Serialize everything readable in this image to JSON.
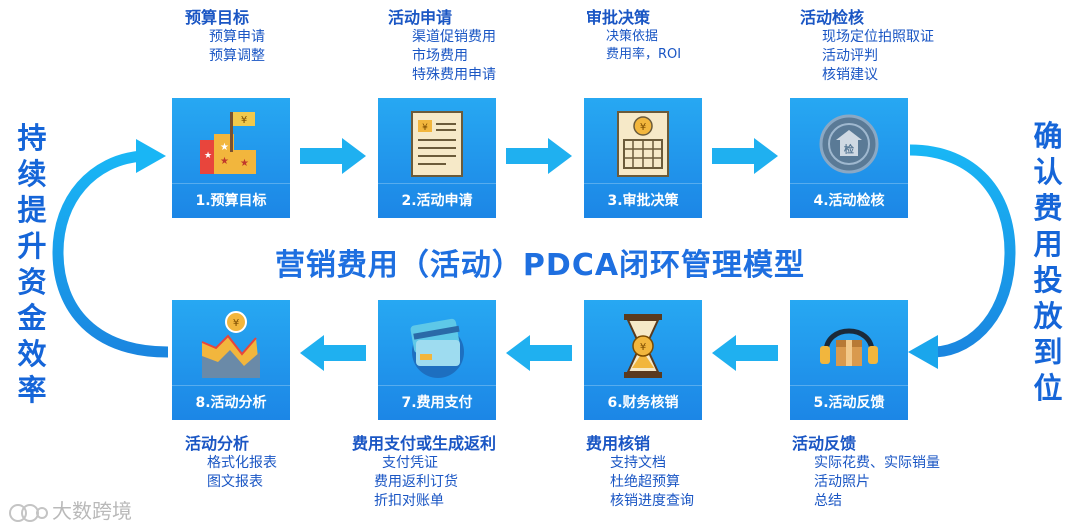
{
  "title": "营销费用（活动）PDCA闭环管理模型",
  "side_left": "持续提升资金效率",
  "side_right": "确认费用投放到位",
  "watermark": "大数跨境",
  "steps": [
    {
      "card": "1.预算目标",
      "heading": "预算目标",
      "lines": [
        "预算申请",
        "预算调整"
      ]
    },
    {
      "card": "2.活动申请",
      "heading": "活动申请",
      "lines": [
        "渠道促销费用",
        "市场费用",
        "特殊费用申请"
      ]
    },
    {
      "card": "3.审批决策",
      "heading": "审批决策",
      "lines": [
        "决策依据",
        "费用率，ROI"
      ]
    },
    {
      "card": "4.活动检核",
      "heading": "活动检核",
      "lines": [
        "现场定位拍照取证",
        "活动评判",
        "核销建议"
      ]
    },
    {
      "card": "5.活动反馈",
      "heading": "活动反馈",
      "lines": [
        "实际花费、实际销量",
        "活动照片",
        "总结"
      ]
    },
    {
      "card": "6.财务核销",
      "heading": "费用核销",
      "lines": [
        "支持文档",
        "杜绝超预算",
        "核销进度查询"
      ]
    },
    {
      "card": "7.费用支付",
      "heading": "费用支付或生成返利",
      "lines": [
        "支付凭证",
        "费用返利订货",
        "折扣对账单"
      ]
    },
    {
      "card": "8.活动分析",
      "heading": "活动分析",
      "lines": [
        "格式化报表",
        "图文报表"
      ]
    }
  ],
  "icons": [
    "budget-flag-icon",
    "document-icon",
    "ledger-icon",
    "inspection-seal-icon",
    "headset-box-icon",
    "hourglass-icon",
    "payment-card-icon",
    "analysis-chart-icon"
  ],
  "colors": {
    "card": "#1c86e6",
    "arrow": "#1fb0f0",
    "text": "#1a56c4",
    "title": "#1e6fe0"
  }
}
